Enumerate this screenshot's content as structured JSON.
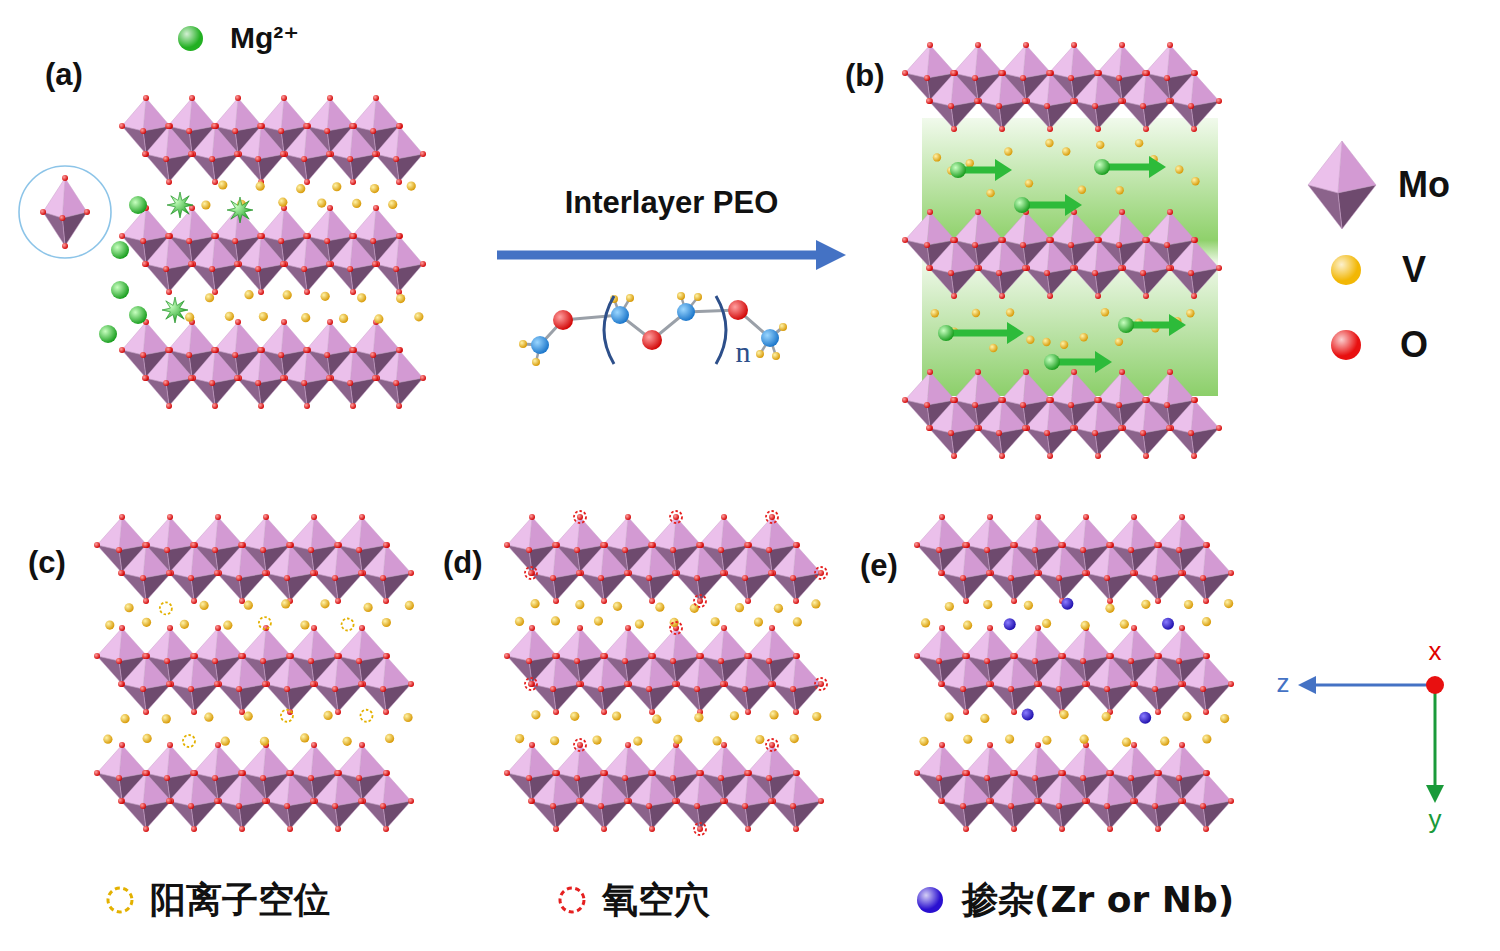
{
  "diagram": {
    "nodes": [
      {
        "text": [
          "(a)"
        ]
      },
      {
        "text": [
          "(b)"
        ]
      },
      {
        "text": [
          "(c)"
        ]
      },
      {
        "text": [
          "(d)"
        ]
      },
      {
        "text": [
          "(e)"
        ]
      }
    ],
    "edges": [
      {
        "from": 0,
        "to": 1,
        "arrow": "to",
        "label": "Interlayer PEO"
      }
    ],
    "labels": [
      "n",
      "z",
      "x",
      "y"
    ],
    "legend": [
      {
        "text": "Mg²⁺",
        "color": "#22b022"
      },
      {
        "text": "Mo"
      },
      {
        "text": "V",
        "color": "#f2b705"
      },
      {
        "text": "O",
        "color": "#e81010"
      },
      {
        "text": "阳离子空位"
      },
      {
        "text": "氧空穴"
      },
      {
        "text": "掺杂(Zr or Nb)",
        "color": "#2a10d0"
      }
    ]
  }
}
